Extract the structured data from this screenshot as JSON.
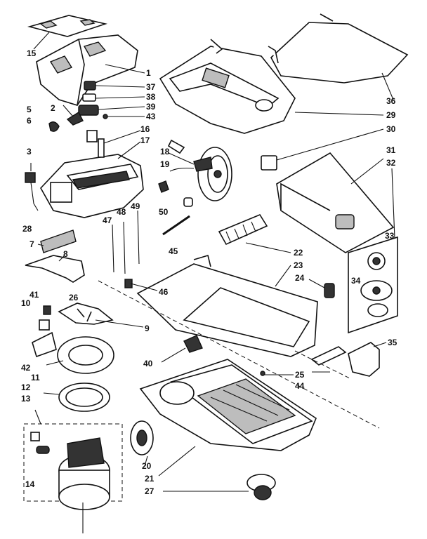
{
  "callouts": [
    {
      "id": "c15",
      "text": "15"
    },
    {
      "id": "c1",
      "text": "1"
    },
    {
      "id": "c37",
      "text": "37"
    },
    {
      "id": "c38",
      "text": "38"
    },
    {
      "id": "c2",
      "text": "2"
    },
    {
      "id": "c39",
      "text": "39"
    },
    {
      "id": "c43",
      "text": "43"
    },
    {
      "id": "c5",
      "text": "5"
    },
    {
      "id": "c6",
      "text": "6"
    },
    {
      "id": "c16",
      "text": "16"
    },
    {
      "id": "c17",
      "text": "17"
    },
    {
      "id": "c3",
      "text": "3"
    },
    {
      "id": "c18",
      "text": "18"
    },
    {
      "id": "c19",
      "text": "19"
    },
    {
      "id": "c50",
      "text": "50"
    },
    {
      "id": "c49",
      "text": "49"
    },
    {
      "id": "c48",
      "text": "48"
    },
    {
      "id": "c47",
      "text": "47"
    },
    {
      "id": "c28",
      "text": "28"
    },
    {
      "id": "c7",
      "text": "7"
    },
    {
      "id": "c8",
      "text": "8"
    },
    {
      "id": "c45",
      "text": "45"
    },
    {
      "id": "c36",
      "text": "36"
    },
    {
      "id": "c29",
      "text": "29"
    },
    {
      "id": "c30",
      "text": "30"
    },
    {
      "id": "c31",
      "text": "31"
    },
    {
      "id": "c32",
      "text": "32"
    },
    {
      "id": "c33",
      "text": "33"
    },
    {
      "id": "c22",
      "text": "22"
    },
    {
      "id": "c23",
      "text": "23"
    },
    {
      "id": "c24",
      "text": "24"
    },
    {
      "id": "c34",
      "text": "34"
    },
    {
      "id": "c41",
      "text": "41"
    },
    {
      "id": "c10",
      "text": "10"
    },
    {
      "id": "c26",
      "text": "26"
    },
    {
      "id": "c46",
      "text": "46"
    },
    {
      "id": "c9",
      "text": "9"
    },
    {
      "id": "c40",
      "text": "40"
    },
    {
      "id": "c35",
      "text": "35"
    },
    {
      "id": "c42",
      "text": "42"
    },
    {
      "id": "c11",
      "text": "11"
    },
    {
      "id": "c25",
      "text": "25"
    },
    {
      "id": "c44",
      "text": "44"
    },
    {
      "id": "c12",
      "text": "12"
    },
    {
      "id": "c13",
      "text": "13"
    },
    {
      "id": "c14",
      "text": "14"
    },
    {
      "id": "c20",
      "text": "20"
    },
    {
      "id": "c21",
      "text": "21"
    },
    {
      "id": "c27",
      "text": "27"
    }
  ]
}
